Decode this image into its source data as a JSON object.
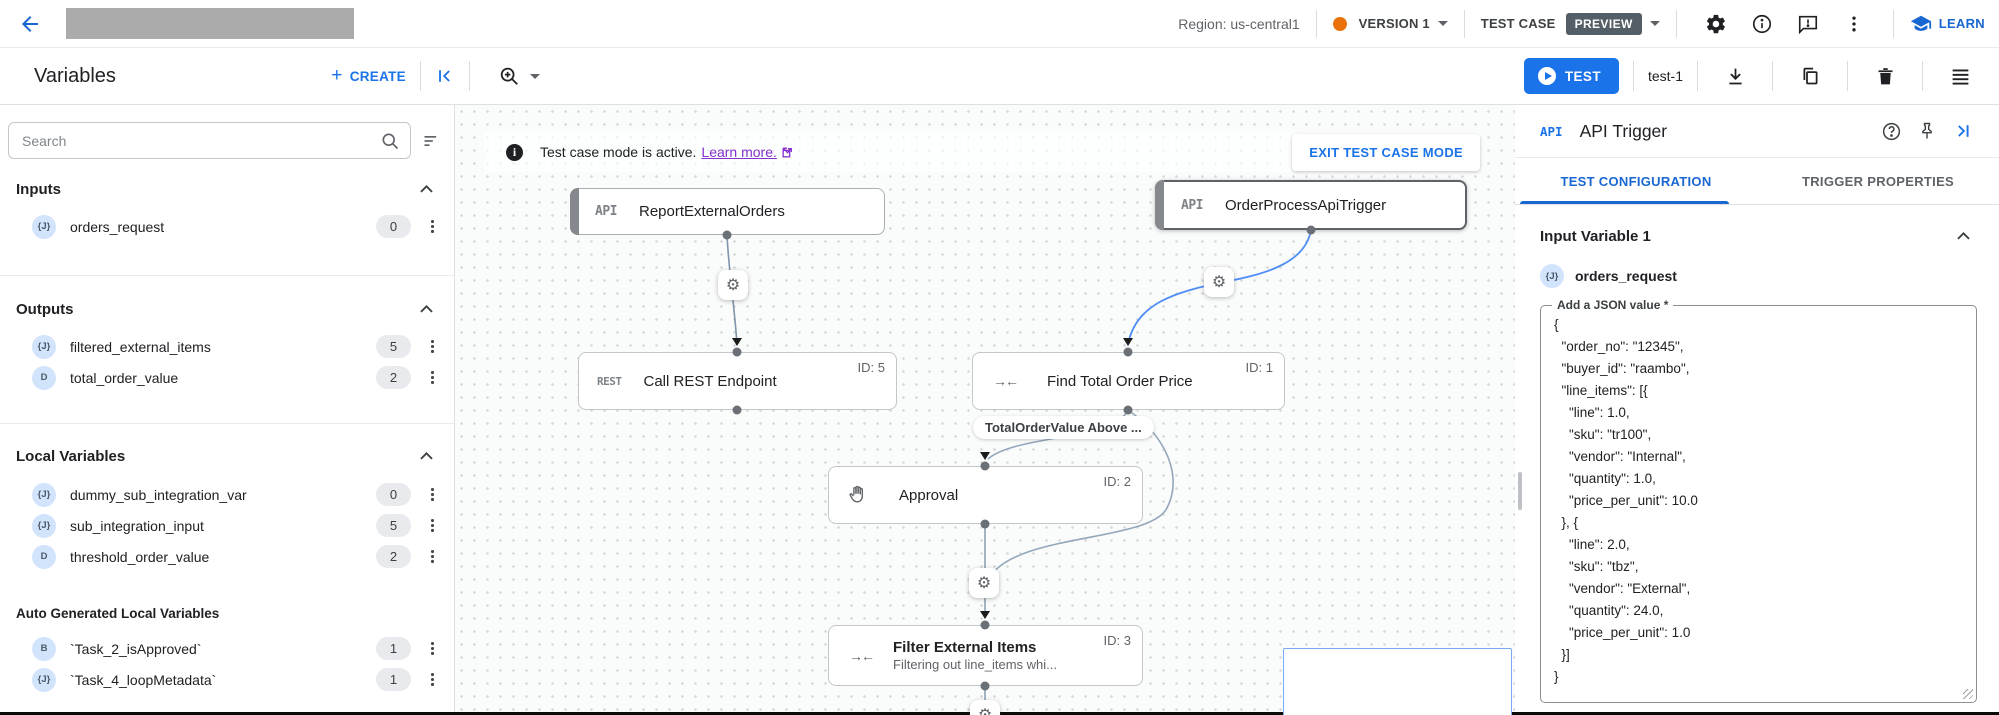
{
  "topbar": {
    "region_label": "Region: us-central1",
    "version_label": "VERSION 1",
    "test_case_label": "TEST CASE",
    "preview_badge": "PREVIEW",
    "learn_label": "LEARN"
  },
  "toolbar": {
    "title": "Variables",
    "create_label": "CREATE",
    "test_button": "TEST",
    "test_case_name": "test-1"
  },
  "sidebar": {
    "search_placeholder": "Search",
    "inputs_header": "Inputs",
    "outputs_header": "Outputs",
    "locals_header": "Local Variables",
    "autogen_header": "Auto Generated Local Variables",
    "inputs": [
      {
        "type": "{J}",
        "name": "orders_request",
        "count": "0"
      }
    ],
    "outputs": [
      {
        "type": "{J}",
        "name": "filtered_external_items",
        "count": "5"
      },
      {
        "type": "D",
        "name": "total_order_value",
        "count": "2"
      }
    ],
    "locals": [
      {
        "type": "{J}",
        "name": "dummy_sub_integration_var",
        "count": "0"
      },
      {
        "type": "{J}",
        "name": "sub_integration_input",
        "count": "5"
      },
      {
        "type": "D",
        "name": "threshold_order_value",
        "count": "2"
      }
    ],
    "autogen": [
      {
        "type": "B",
        "name": "`Task_2_isApproved`",
        "count": "1"
      },
      {
        "type": "{J}",
        "name": "`Task_4_loopMetadata`",
        "count": "1"
      }
    ]
  },
  "canvas": {
    "banner": {
      "message": "Test case mode is active.",
      "link": "Learn more.",
      "exit_button": "EXIT TEST CASE MODE"
    },
    "nodes": [
      {
        "icon": "API",
        "label": "ReportExternalOrders"
      },
      {
        "icon": "API",
        "label": "OrderProcessApiTrigger"
      },
      {
        "icon": "REST",
        "label": "Call REST Endpoint",
        "id": "ID: 5"
      },
      {
        "icon": "merge-arrows",
        "label": "Find Total Order Price",
        "id": "ID: 1"
      },
      {
        "icon": "hand",
        "label": "Approval",
        "id": "ID: 2"
      },
      {
        "icon": "merge-arrows",
        "label": "Filter External Items",
        "id": "ID: 3",
        "subtitle": "Filtering out line_items whi..."
      }
    ],
    "edge_label": "TotalOrderValue Above ...",
    "colors": {
      "selected_edge": "#4f8df7",
      "edge": "#93a7bb",
      "accent_blue": "#1a73e8",
      "version_dot": "#e8710a"
    }
  },
  "panel": {
    "badge": "API",
    "title": "API Trigger",
    "tabs": [
      {
        "label": "TEST CONFIGURATION"
      },
      {
        "label": "TRIGGER PROPERTIES"
      }
    ],
    "section_title": "Input Variable 1",
    "variable": {
      "type": "{J}",
      "name": "orders_request"
    },
    "field_label": "Add a JSON value *",
    "json_value": "{\n  \"order_no\": \"12345\",\n  \"buyer_id\": \"raambo\",\n  \"line_items\": [{\n    \"line\": 1.0,\n    \"sku\": \"tr100\",\n    \"vendor\": \"Internal\",\n    \"quantity\": 1.0,\n    \"price_per_unit\": 10.0\n  }, {\n    \"line\": 2.0,\n    \"sku\": \"tbz\",\n    \"vendor\": \"External\",\n    \"quantity\": 24.0,\n    \"price_per_unit\": 1.0\n  }]\n}"
  }
}
